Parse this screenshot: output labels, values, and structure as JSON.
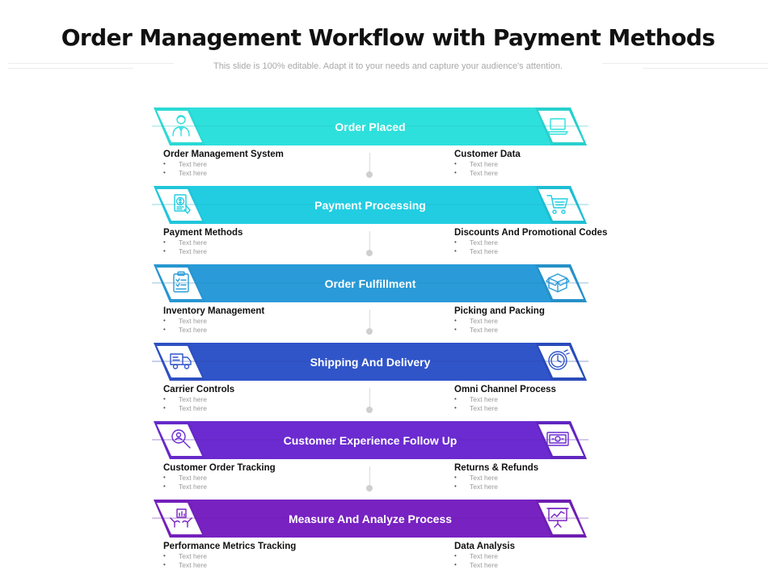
{
  "page": {
    "title": "Order Management Workflow with Payment Methods",
    "subtitle": "This slide is 100% editable. Adapt it to your needs and capture your audience's attention."
  },
  "stages": [
    {
      "label": "Order Placed",
      "color": "#2ee0dc",
      "dark": "#25c2bf",
      "left_icon": "customer-person-icon",
      "right_icon": "laptop-icon",
      "left": {
        "heading": "Order Management System",
        "bullets": [
          "Text here",
          "Text here"
        ]
      },
      "right": {
        "heading": "Customer Data",
        "bullets": [
          "Text here",
          "Text here"
        ]
      }
    },
    {
      "label": "Payment Processing",
      "color": "#22cde2",
      "dark": "#1cb2c6",
      "left_icon": "dollar-payment-icon",
      "right_icon": "shopping-cart-icon",
      "left": {
        "heading": "Payment Methods",
        "bullets": [
          "Text here",
          "Text here"
        ]
      },
      "right": {
        "heading": "Discounts And Promotional Codes",
        "bullets": [
          "Text here",
          "Text here"
        ]
      }
    },
    {
      "label": "Order Fulfillment",
      "color": "#2a9bd8",
      "dark": "#2386bd",
      "left_icon": "clipboard-checklist-icon",
      "right_icon": "open-box-icon",
      "left": {
        "heading": "Inventory Management",
        "bullets": [
          "Text here",
          "Text here"
        ]
      },
      "right": {
        "heading": "Picking and Packing",
        "bullets": [
          "Text here",
          "Text here"
        ]
      }
    },
    {
      "label": "Shipping And Delivery",
      "color": "#3055c9",
      "dark": "#2746ad",
      "left_icon": "delivery-truck-icon",
      "right_icon": "clock-delivery-icon",
      "left": {
        "heading": "Carrier Controls",
        "bullets": [
          "Text here",
          "Text here"
        ]
      },
      "right": {
        "heading": "Omni Channel Process",
        "bullets": [
          "Text here",
          "Text here"
        ]
      }
    },
    {
      "label": "Customer Experience Follow Up",
      "color": "#6b2bd0",
      "dark": "#5a22b3",
      "left_icon": "search-review-icon",
      "right_icon": "money-bill-icon",
      "left": {
        "heading": "Customer Order Tracking",
        "bullets": [
          "Text here",
          "Text here"
        ]
      },
      "right": {
        "heading": "Returns & Refunds",
        "bullets": [
          "Text here",
          "Text here"
        ]
      }
    },
    {
      "label": "Measure And Analyze Process",
      "color": "#7822c2",
      "dark": "#661ca6",
      "left_icon": "hands-chart-icon",
      "right_icon": "presentation-board-icon",
      "left": {
        "heading": "Performance Metrics Tracking",
        "bullets": [
          "Text here",
          "Text here"
        ]
      },
      "right": {
        "heading": "Data Analysis",
        "bullets": [
          "Text here",
          "Text here"
        ]
      }
    }
  ]
}
